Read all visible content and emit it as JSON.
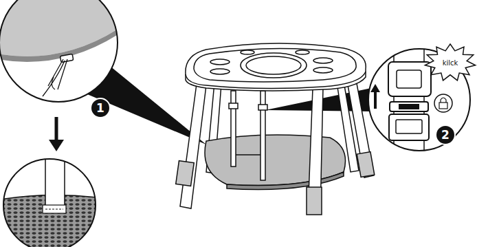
{
  "diagram": {
    "nodes": [
      {
        "text": [
          "1"
        ]
      },
      {
        "text": [
          "kilck"
        ]
      },
      {
        "text": [
          "2"
        ]
      }
    ]
  }
}
